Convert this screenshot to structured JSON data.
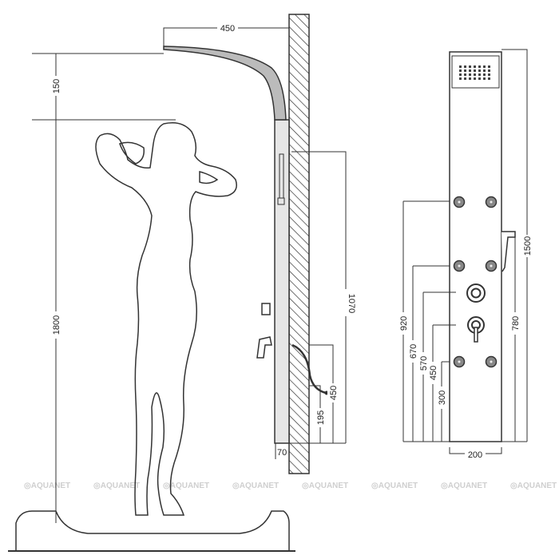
{
  "side_view": {
    "dims": {
      "arm_reach": "450",
      "head_drop": "150",
      "user_height": "1800",
      "panel_height": "1070",
      "hose_height": "450",
      "outlet_height": "195",
      "panel_depth": "70"
    }
  },
  "front_view": {
    "dims": {
      "jet_top": "920",
      "jet_mid": "670",
      "knob_top": "570",
      "knob_bottom": "450",
      "jet_bottom": "300",
      "total_height": "1500",
      "handshower_height": "780",
      "width": "200"
    }
  },
  "watermark": {
    "text": "AQUANET",
    "count": 8
  },
  "colors": {
    "line": "#333333",
    "panel_fill": "#e6e6e6",
    "watermark": "#cfcfcf"
  }
}
